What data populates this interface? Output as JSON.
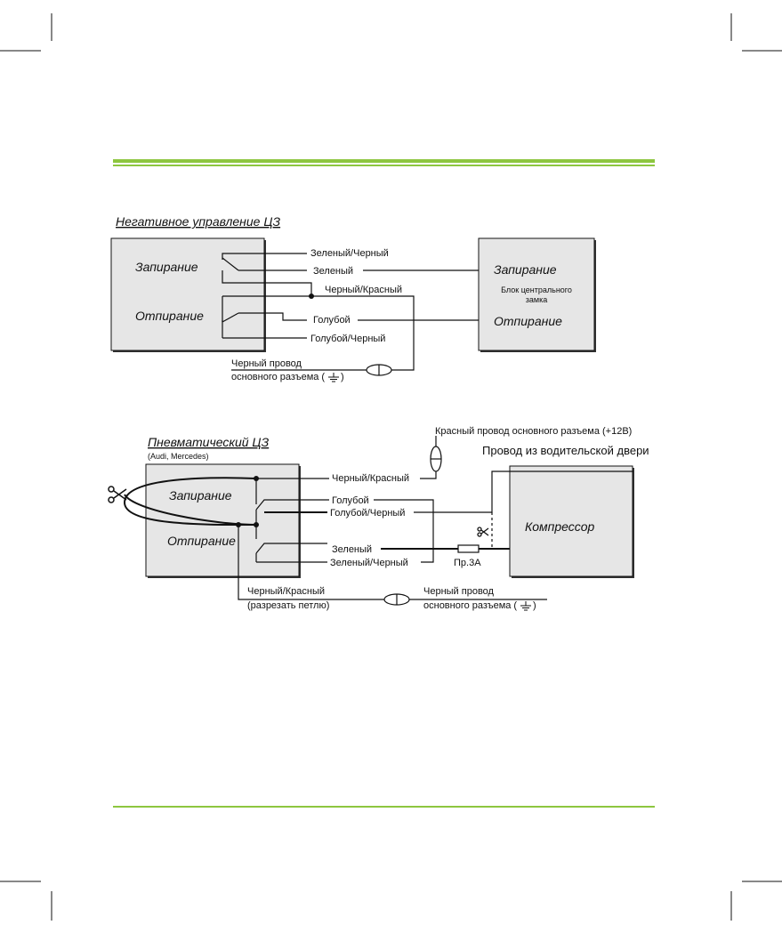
{
  "colors": {
    "accent": "#8dc63f",
    "box_fill": "#e6e6e6",
    "line": "#111111"
  },
  "section1": {
    "title": "Негативное управление ЦЗ",
    "left_lock": "Запирание",
    "left_unlock": "Отпирание",
    "right_lock": "Запирание",
    "right_unlock": "Отпирание",
    "right_caption_1": "Блок центрального",
    "right_caption_2": "замка",
    "wire_green_black": "Зеленый/Черный",
    "wire_green": "Зеленый",
    "wire_black_red": "Черный/Красный",
    "wire_blue": "Голубой",
    "wire_blue_black": "Голубой/Черный",
    "ground_1": "Черный провод",
    "ground_2": "основного разъема (",
    "ground_3": ")"
  },
  "section2": {
    "title": "Пневматический  ЦЗ",
    "subtitle": "(Audi, Mercedes)",
    "power_label": "Красный провод  основного разъема (+12В)",
    "door_label": "Провод из водительской двери",
    "lock": "Запирание",
    "unlock": "Отпирание",
    "compressor": "Компрессор",
    "wire_black_red": "Черный/Красный",
    "wire_blue": "Голубой",
    "wire_blue_black": "Голубой/Черный",
    "wire_green": "Зеленый",
    "wire_green_black": "Зеленый/Черный",
    "fuse": "Пр.3А",
    "loop_1": "Черный/Красный",
    "loop_2": "(разрезать петлю)",
    "ground_1": "Черный провод",
    "ground_2": "основного разъема (",
    "ground_3": ")"
  }
}
